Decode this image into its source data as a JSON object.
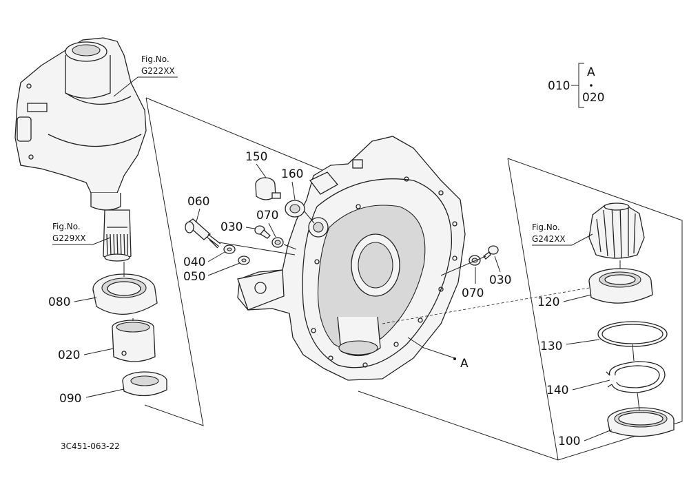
{
  "drawing_id": "3C451-063-22",
  "fig_refs": [
    {
      "id": "fig-ref-g222",
      "line1": "Fig.No.",
      "line2": "G222XX"
    },
    {
      "id": "fig-ref-g229",
      "line1": "Fig.No.",
      "line2": "G229XX"
    },
    {
      "id": "fig-ref-g242",
      "line1": "Fig.No.",
      "line2": "G242XX"
    }
  ],
  "legend": {
    "main": "010",
    "sub_a": "A",
    "sub_b": "020"
  },
  "callouts": {
    "p150": "150",
    "p160": "160",
    "p060": "060",
    "p030_left": "030",
    "p070_left": "070",
    "p040": "040",
    "p050": "050",
    "p070_right": "070",
    "p030_right": "030",
    "p080": "080",
    "p020": "020",
    "p090": "090",
    "p120": "120",
    "p130": "130",
    "p140": "140",
    "p100": "100",
    "pA": "A"
  }
}
